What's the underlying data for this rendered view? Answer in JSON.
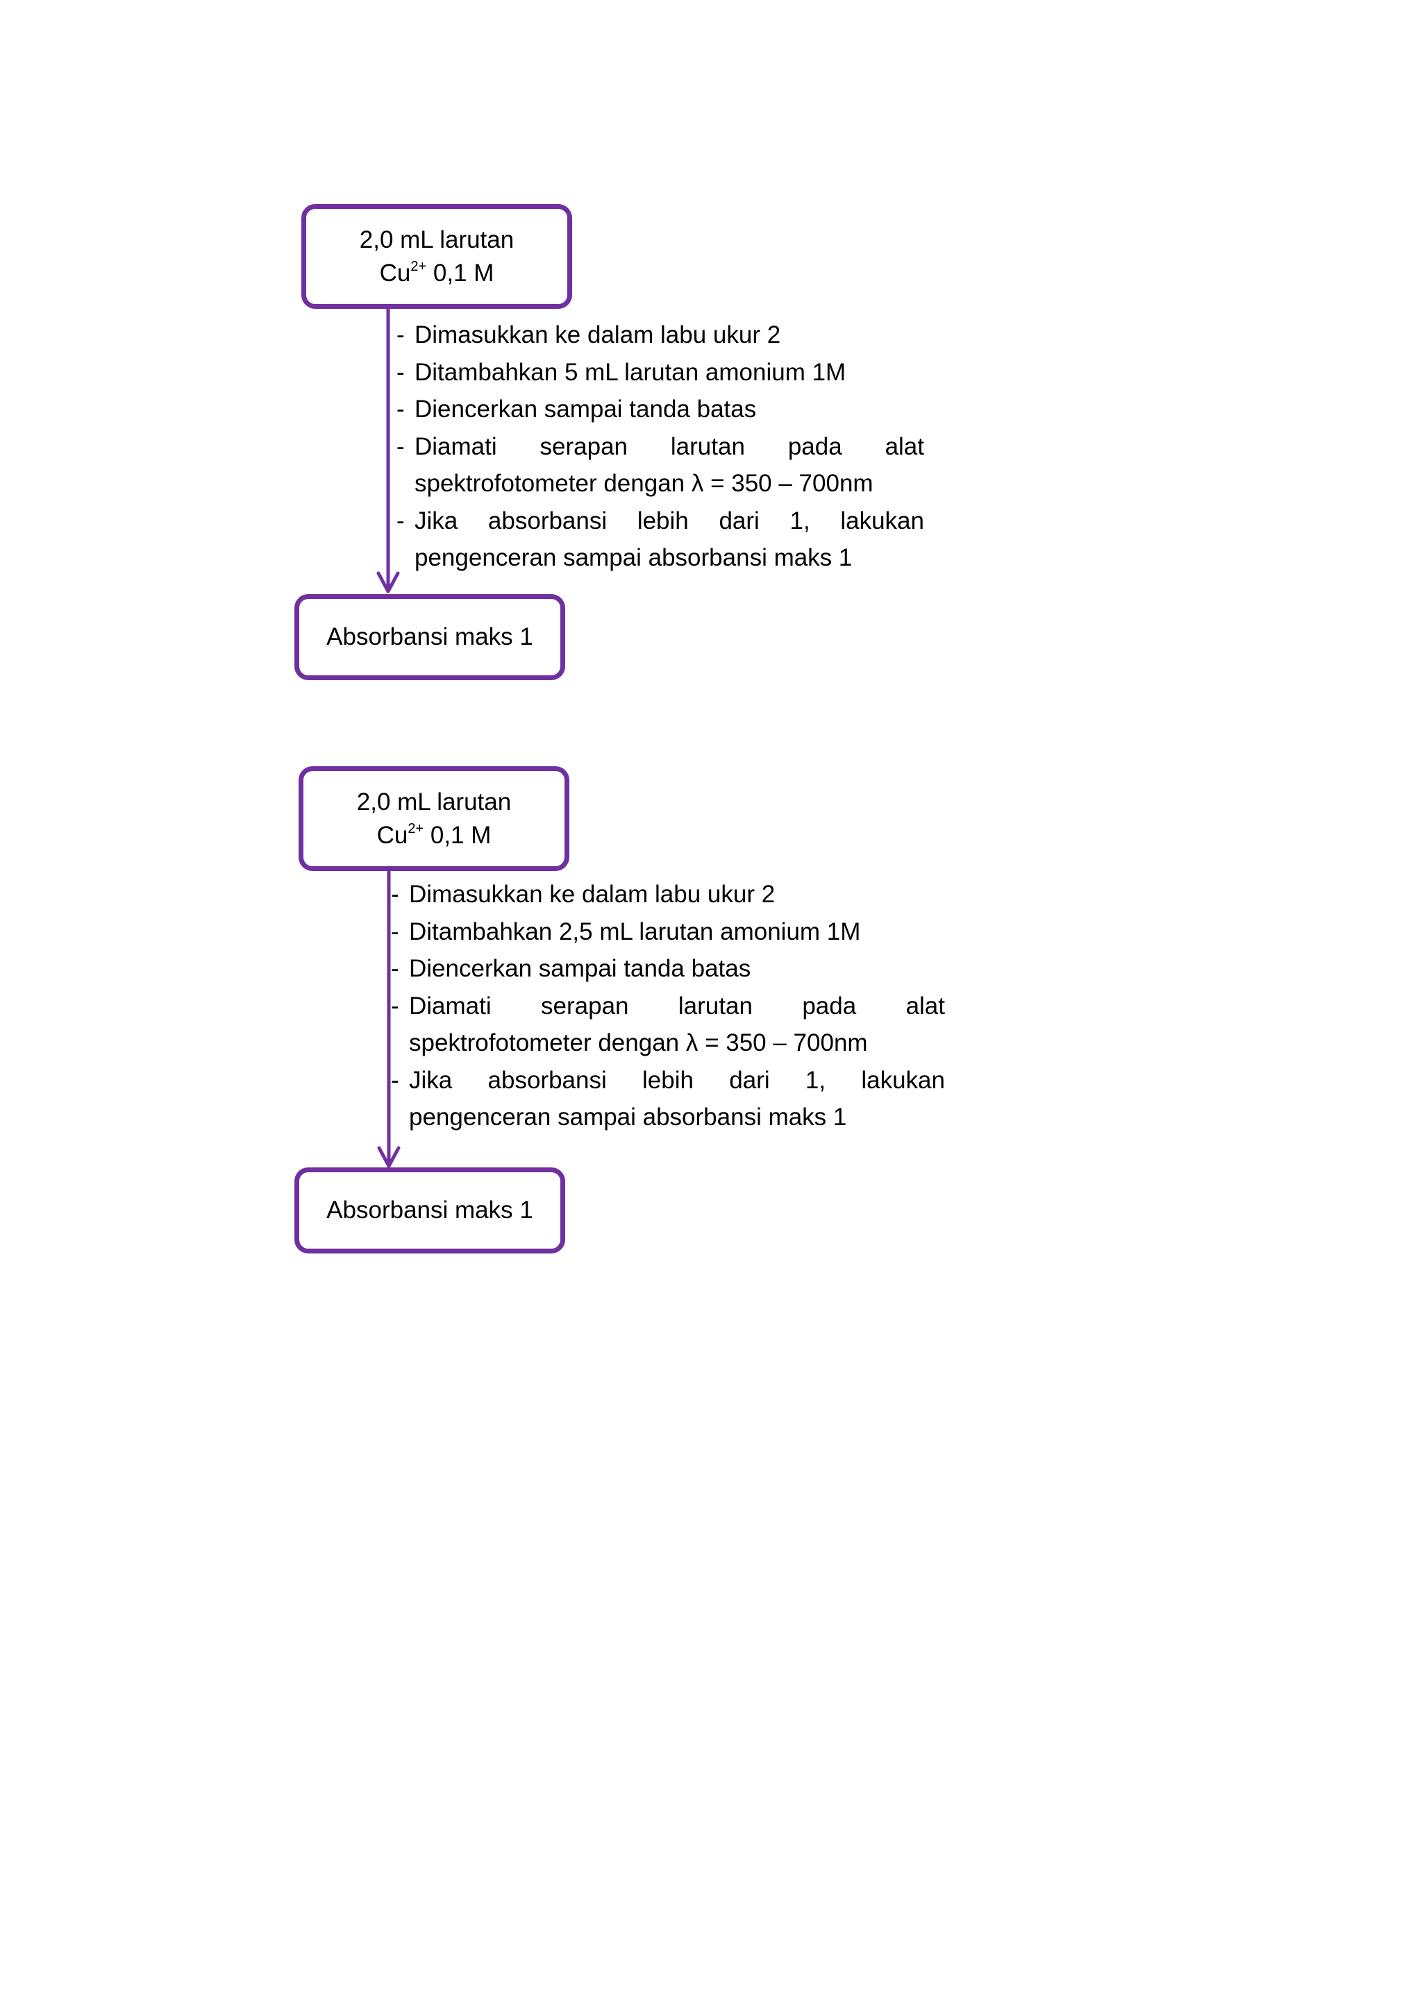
{
  "colors": {
    "accent": "#7030a0"
  },
  "flows": [
    {
      "start": {
        "line1": "2,0 mL larutan",
        "line2_base": "Cu",
        "line2_sup": "2+",
        "line2_rest": " 0,1 M"
      },
      "steps": [
        {
          "dash": "-",
          "text": "Dimasukkan ke dalam labu ukur 2"
        },
        {
          "dash": "-",
          "text": "Ditambahkan 5 mL larutan amonium 1M"
        },
        {
          "dash": "-",
          "text": "Diencerkan sampai tanda batas"
        },
        {
          "dash": "-",
          "text": "Diamati serapan larutan pada alat spektrofotometer dengan λ = 350 – 700nm"
        },
        {
          "dash": "-",
          "text": "Jika absorbansi lebih dari 1, lakukan pengenceran sampai absorbansi maks 1"
        }
      ],
      "end": {
        "label": "Absorbansi maks 1"
      }
    },
    {
      "start": {
        "line1": "2,0 mL larutan",
        "line2_base": "Cu",
        "line2_sup": "2+",
        "line2_rest": " 0,1 M"
      },
      "steps": [
        {
          "dash": "-",
          "text": "Dimasukkan ke dalam labu ukur 2"
        },
        {
          "dash": "-",
          "text": "Ditambahkan 2,5 mL larutan amonium 1M"
        },
        {
          "dash": "-",
          "text": "Diencerkan sampai tanda batas"
        },
        {
          "dash": "-",
          "text": "Diamati serapan larutan pada alat spektrofotometer dengan λ = 350 – 700nm"
        },
        {
          "dash": "-",
          "text": "Jika absorbansi lebih dari 1, lakukan pengenceran sampai absorbansi maks 1"
        }
      ],
      "end": {
        "label": "Absorbansi maks 1"
      }
    }
  ]
}
